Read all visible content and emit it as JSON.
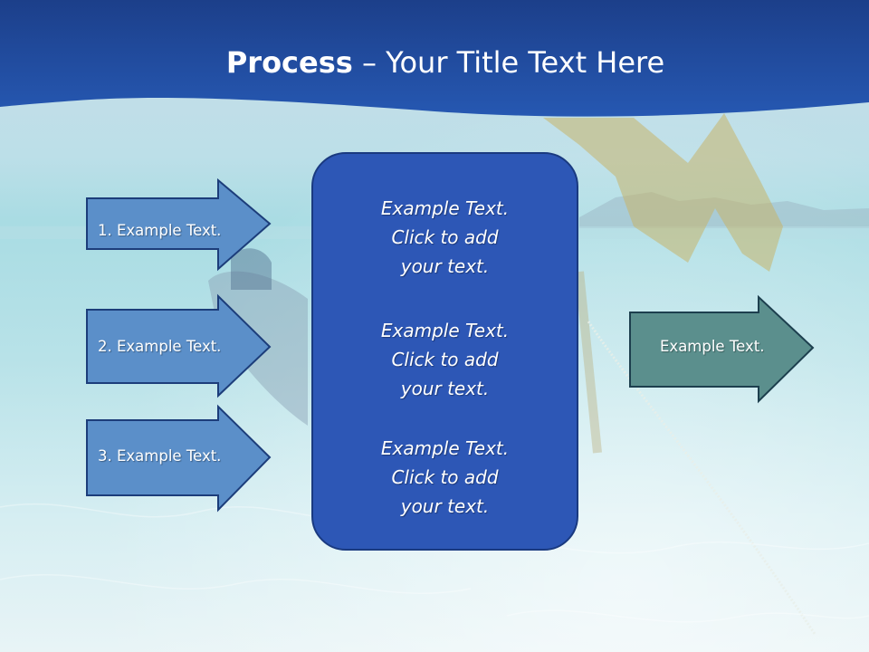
{
  "slide": {
    "title": {
      "bold": "Process",
      "rest": " – Your Title Text Here"
    },
    "left_arrows": [
      {
        "label": "1. Example Text."
      },
      {
        "label": "2. Example Text."
      },
      {
        "label": "3. Example Text."
      }
    ],
    "center_box": {
      "paragraphs": [
        "Example Text.\nClick  to add\nyour text.",
        "Example Text.\nClick  to add\nyour text.",
        "Example Text.\nClick  to add\nyour text."
      ]
    },
    "right_arrow": {
      "label": "Example Text."
    }
  },
  "colors": {
    "header": "#1f4ea6",
    "left_arrow_fill": "#5b8fc9",
    "left_arrow_stroke": "#1c3d7a",
    "center_fill": "#2d57b6",
    "right_arrow_fill": "#5b8f8d",
    "right_arrow_stroke": "#1d3f4e"
  }
}
